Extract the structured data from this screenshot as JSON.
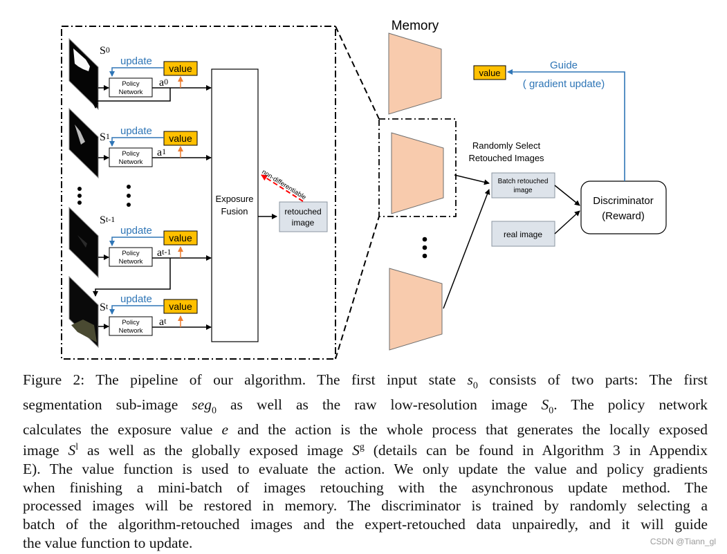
{
  "diagram": {
    "memory_title": "Memory",
    "states": [
      {
        "s": "S",
        "sub": "0",
        "update": "update",
        "value": "value",
        "policy": [
          "Policy",
          "Network"
        ],
        "a": "a",
        "asub": "0"
      },
      {
        "s": "S",
        "sub": "1",
        "update": "update",
        "value": "value",
        "policy": [
          "Policy",
          "Network"
        ],
        "a": "a",
        "asub": "1"
      },
      {
        "s": "S",
        "sub": "t-1",
        "update": "update",
        "value": "value",
        "policy": [
          "Policy",
          "Network"
        ],
        "a": "a",
        "asub": "t-1"
      },
      {
        "s": "S",
        "sub": "t",
        "update": "update",
        "value": "value",
        "policy": [
          "Policy",
          "Network"
        ],
        "a": "a",
        "asub": "t"
      }
    ],
    "exposure_fusion": [
      "Exposure",
      "Fusion"
    ],
    "non_differentiable": "non-differentiable",
    "retouched_image": [
      "retouched",
      "image"
    ],
    "randomly_select": [
      "Randomly Select",
      "Retouched Images"
    ],
    "batch_retouched": [
      "Batch retouched",
      "image"
    ],
    "real_image": "real image",
    "discriminator": [
      "Discriminator",
      "(Reward)"
    ],
    "guide": "Guide",
    "gradient_update": "( gradient update)",
    "top_value": "value",
    "colors": {
      "value_box": "#ffc000",
      "trapezoid": "#f8cbad",
      "blue": "#2e75b6",
      "orange": "#ed7d31",
      "red": "#ff0000",
      "gray_box": "#dde3ea"
    }
  },
  "caption": {
    "l1": [
      "Figure 2: The pipeline of our algorithm. The first input state ",
      "s",
      "0",
      " consists of two parts: The first"
    ],
    "l2": [
      "segmentation sub-image ",
      "seg",
      "0",
      " as well as the raw low-resolution image ",
      "S",
      "0",
      ". The policy network"
    ],
    "l3": [
      "calculates the exposure value ",
      "e",
      " and the action is the whole process that generates the locally exposed"
    ],
    "l4": [
      "image ",
      "S",
      "l",
      " as well as the globally exposed image ",
      "S",
      "g",
      " (details can be found in Algorithm 3 in Appendix"
    ],
    "l5": "E). The value function is used to evaluate the action. We only update the value and policy gradients",
    "l6": "when finishing a mini-batch of images retouching with the asynchronous update method. The",
    "l7": "processed images will be restored in memory. The discriminator is trained by randomly selecting a",
    "l8": "batch of the algorithm-retouched images and the expert-retouched data unpairedly, and it will guide",
    "l9": "the value function to update."
  },
  "watermark": "CSDN @Tiann_gl"
}
